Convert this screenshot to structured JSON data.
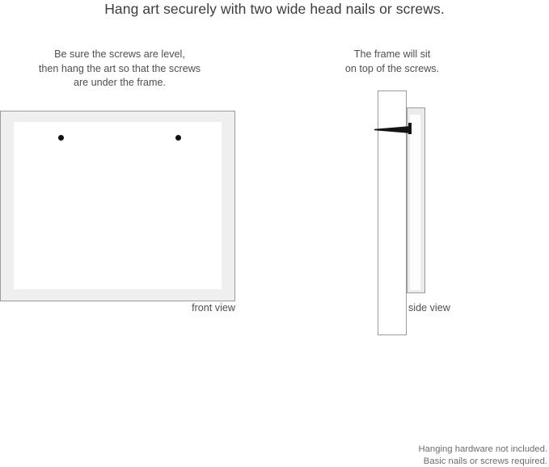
{
  "title": "Hang art securely with two wide head nails or screws.",
  "captions": {
    "left": {
      "line1": "Be sure the screws are level,",
      "line2": "then hang the art so that the screws",
      "line3": "are under the frame."
    },
    "right": {
      "line1": "The frame will sit",
      "line2": "on top of the screws."
    }
  },
  "front_view": {
    "label": "front view",
    "frame_border_color": "#9b9b9b",
    "frame_fill_color": "#efefef",
    "mat_color": "#ffffff",
    "screw_color": "#101010",
    "screw_count": 2
  },
  "side_view": {
    "label": "side view",
    "wall_fill_color": "#ffffff",
    "frame_fill_color": "#ebebeb",
    "nail_color": "#141414"
  },
  "footer": {
    "line1": "Hanging hardware not included.",
    "line2": "Basic nails or screws required."
  }
}
